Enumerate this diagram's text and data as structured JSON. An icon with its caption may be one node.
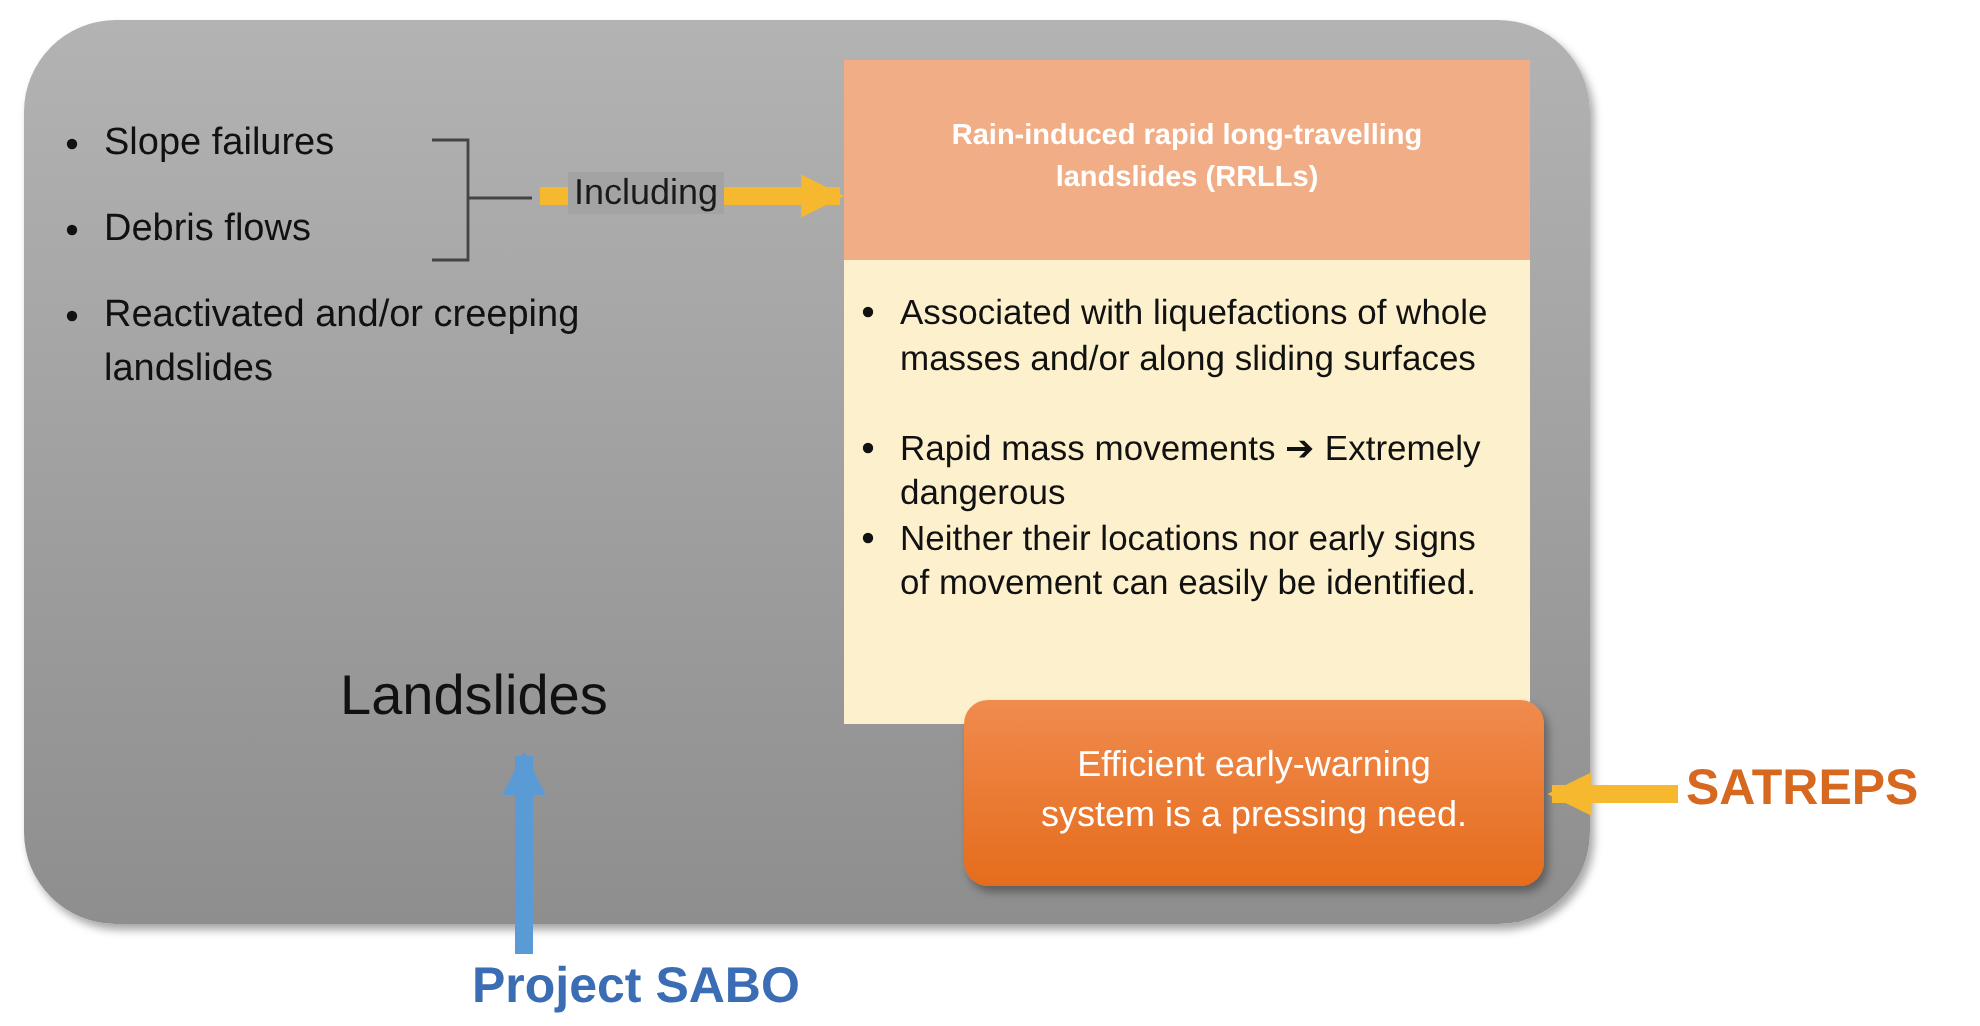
{
  "diagram": {
    "nodes": [
      {
        "text": [
          "Landslides"
        ]
      },
      {
        "text": [
          "Slope failures",
          "Debris flows"
        ],
        "in": 0
      },
      {
        "text": [
          "Rain-induced rapid long-travelling landslides (RRLLs)",
          "Associated with liquefactions of whole masses and/or along sliding surfaces",
          "Rapid mass movements ➔ Extremely dangerous",
          "Neither their locations nor early signs of movement can easily be identified."
        ],
        "in": 0
      },
      {
        "text": [
          "Efficient early-warning system is a pressing need."
        ],
        "in": 0
      },
      {
        "text": [
          "SATREPS"
        ]
      },
      {
        "text": [
          "Project SABO"
        ]
      }
    ],
    "edges": [
      {
        "from": 1,
        "to": 2,
        "arrow": "to",
        "label": "Including"
      },
      {
        "from": 4,
        "to": 3,
        "arrow": "to"
      },
      {
        "from": 5,
        "to": 0,
        "arrow": "to",
        "color": "#5b9bd5"
      }
    ],
    "labels": [
      "Reactivated and/or creeping landslides"
    ]
  }
}
